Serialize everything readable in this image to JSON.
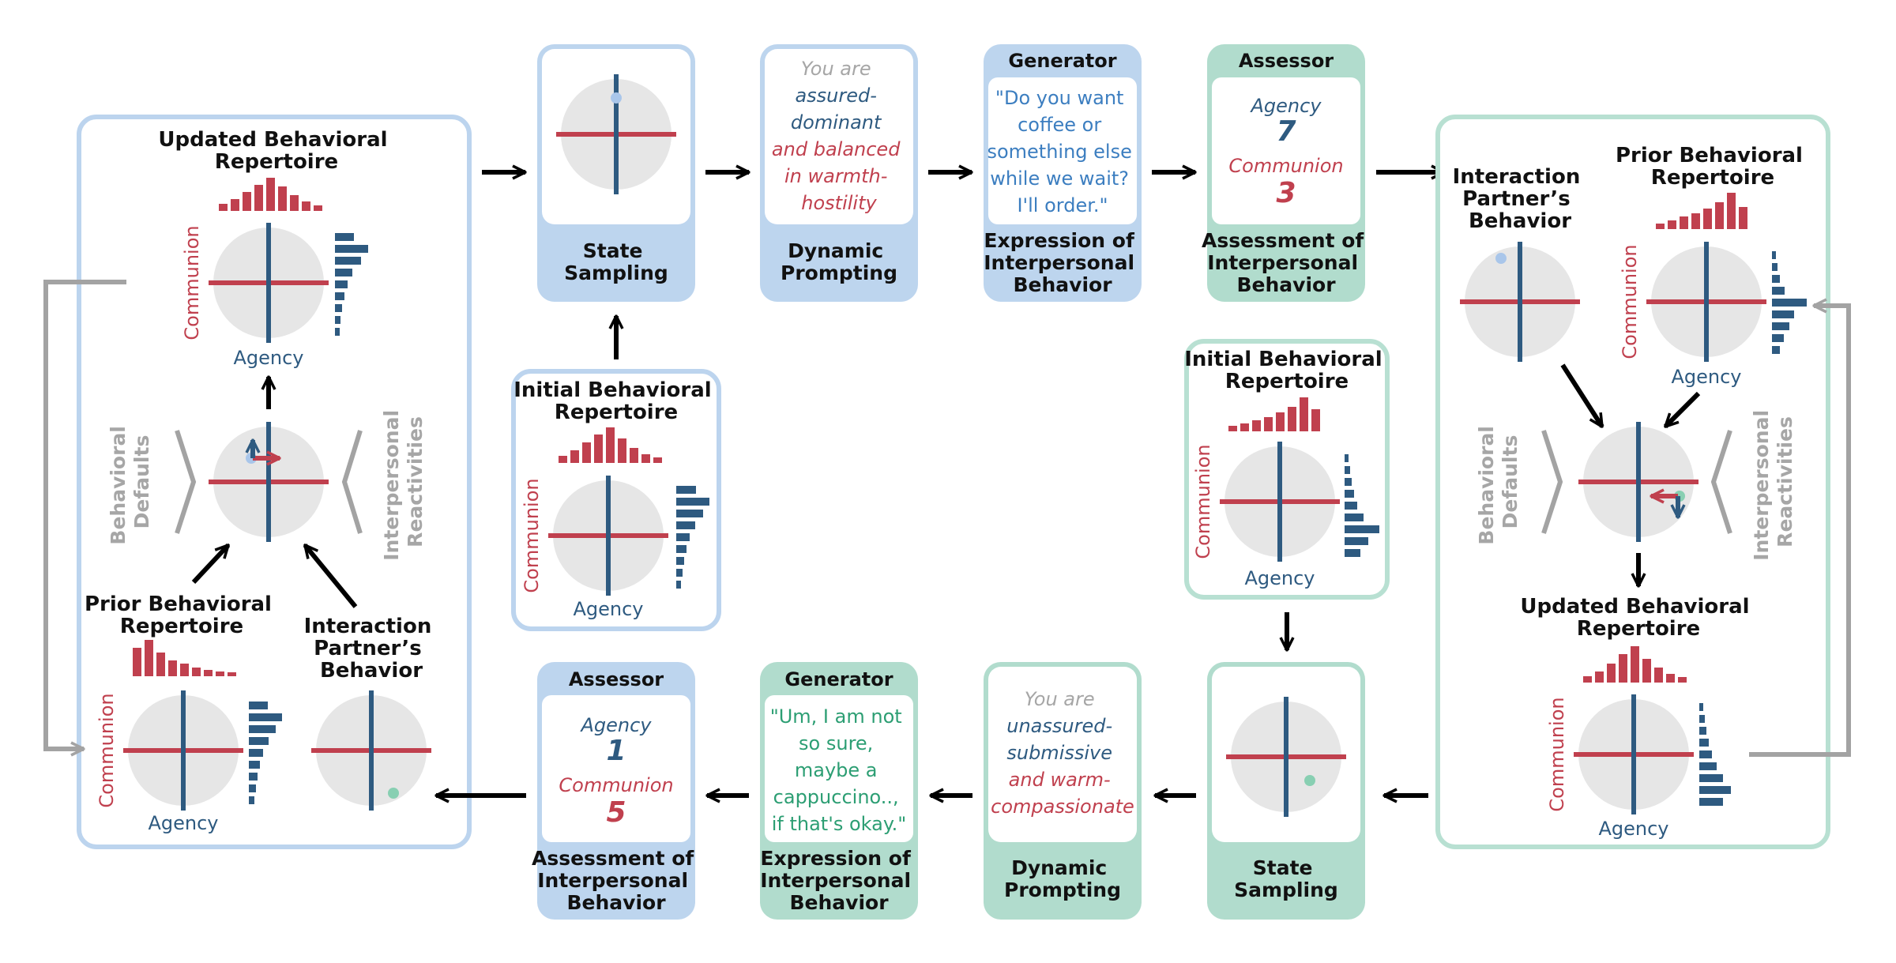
{
  "colors": {
    "blue_panel": "#bdd5ee",
    "blue_border": "#bcd4ee",
    "green_panel": "#b1dccd",
    "green_border": "#b8e0d2",
    "agency": "#2e5a80",
    "communion": "#c0404e",
    "gray_text": "#a6a6a6",
    "gray_arrow": "#a3a3a3",
    "circle": "#e6e6e6",
    "blue_quote": "#3c7ec0",
    "green_quote": "#2c9e73",
    "dot_blue": "#a9c6ea",
    "dot_green": "#88cfb2"
  },
  "labels": {
    "agency": "Agency",
    "communion": "Communion",
    "behavioral_defaults": [
      "Behavioral",
      "Defaults"
    ],
    "interpersonal_reactivities": [
      "Interpersonal",
      "Reactivities"
    ]
  },
  "left_panel": {
    "updated_title": [
      "Updated Behavioral",
      "Repertoire"
    ],
    "prior_title": [
      "Prior Behavioral",
      "Repertoire"
    ],
    "partner_title": [
      "Interaction",
      "Partner’s",
      "Behavior"
    ]
  },
  "right_panel": {
    "partner_title": [
      "Interaction",
      "Partner’s",
      "Behavior"
    ],
    "prior_title": [
      "Prior Behavioral",
      "Repertoire"
    ],
    "updated_title": [
      "Updated Behavioral",
      "Repertoire"
    ]
  },
  "initial_blue": {
    "title": [
      "Initial Behavioral",
      "Repertoire"
    ]
  },
  "initial_green": {
    "title": [
      "Initial Behavioral",
      "Repertoire"
    ]
  },
  "top_row": {
    "state_sampling": {
      "footer": [
        "State",
        "Sampling"
      ]
    },
    "dynamic_prompting": {
      "text": [
        "You are",
        "assured-",
        "dominant",
        "and balanced",
        "in warmth-",
        "hostility"
      ],
      "footer": [
        "Dynamic",
        "Prompting"
      ]
    },
    "generator": {
      "header": "Generator",
      "quote": [
        "\"Do you want",
        "coffee or",
        "something else",
        "while we wait?",
        "I'll order.\""
      ],
      "footer": [
        "Expression of",
        "Interpersonal",
        "Behavior"
      ]
    },
    "assessor": {
      "header": "Assessor",
      "agency_label": "Agency",
      "agency_value": "7",
      "communion_label": "Communion",
      "communion_value": "3",
      "footer": [
        "Assessment of",
        "Interpersonal",
        "Behavior"
      ]
    }
  },
  "bottom_row": {
    "assessor": {
      "header": "Assessor",
      "agency_label": "Agency",
      "agency_value": "1",
      "communion_label": "Communion",
      "communion_value": "5",
      "footer": [
        "Assessment of",
        "Interpersonal",
        "Behavior"
      ]
    },
    "generator": {
      "header": "Generator",
      "quote": [
        "\"Um, I am not",
        "so sure,",
        "maybe a",
        "cappuccino..,",
        "if that's okay.\""
      ],
      "footer": [
        "Expression of",
        "Interpersonal",
        "Behavior"
      ]
    },
    "dynamic_prompting": {
      "text": [
        "You are",
        "unassured-",
        "submissive",
        "and warm-",
        "compassionate"
      ],
      "footer": [
        "Dynamic",
        "Prompting"
      ]
    },
    "state_sampling": {
      "footer": [
        "State",
        "Sampling"
      ]
    }
  }
}
